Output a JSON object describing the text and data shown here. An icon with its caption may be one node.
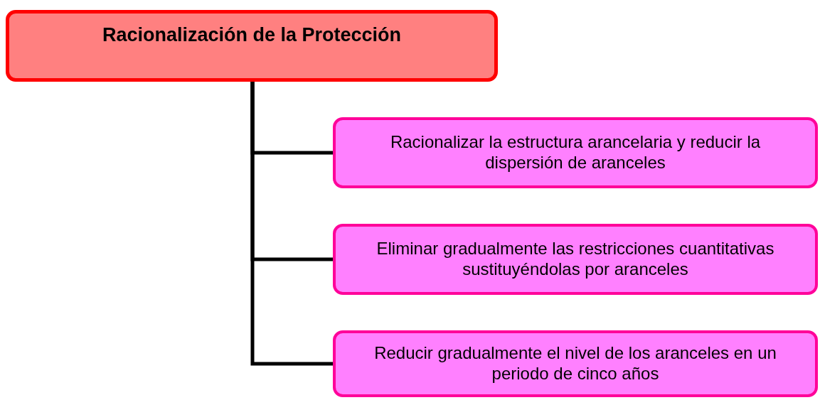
{
  "diagram": {
    "nodes": [
      {
        "text": [
          "Racionalización de la Protección"
        ]
      },
      {
        "text": [
          "Racionalizar la estructura arancelaria y reducir la dispersión de aranceles"
        ]
      },
      {
        "text": [
          "Eliminar gradualmente las restricciones cuantitativas sustituyéndolas por aranceles"
        ]
      },
      {
        "text": [
          "Reducir gradualmente el nivel de los aranceles en un periodo de cinco años"
        ]
      }
    ],
    "edges": [
      {
        "from": 0,
        "to": 1,
        "arrow": "none"
      },
      {
        "from": 0,
        "to": 2,
        "arrow": "none"
      },
      {
        "from": 0,
        "to": 3,
        "arrow": "none"
      }
    ]
  }
}
